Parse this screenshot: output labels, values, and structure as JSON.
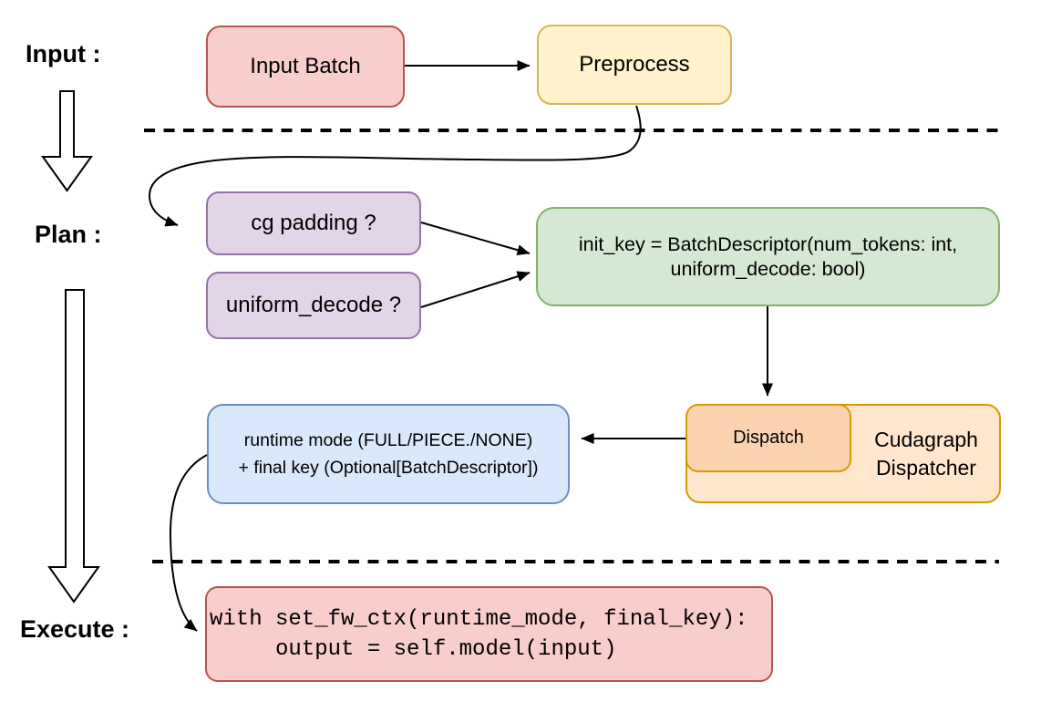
{
  "stage_labels": {
    "input": "Input :",
    "plan": "Plan :",
    "execute": "Execute :"
  },
  "nodes": {
    "input_batch": {
      "label": "Input Batch"
    },
    "preprocess": {
      "label": "Preprocess"
    },
    "cg_padding": {
      "label": "cg padding ?"
    },
    "uniform_decode": {
      "label": "uniform_decode ?"
    },
    "init_key": {
      "line1": "init_key = BatchDescriptor(num_tokens: int,",
      "line2": "uniform_decode: bool)"
    },
    "cudagraph_dispatcher": {
      "line1": "Cudagraph",
      "line2": "Dispatcher"
    },
    "dispatch": {
      "label": "Dispatch"
    },
    "runtime_result": {
      "line1": "runtime mode (FULL/PIECE./NONE)",
      "line2": "+ final key (Optional[BatchDescriptor])"
    },
    "execute_code": {
      "line1": "with set_fw_ctx(runtime_mode, final_key):",
      "line2": "     output = self.model(input)"
    }
  },
  "colors": {
    "red_fill": "#f8cecc",
    "red_border": "#b85450",
    "yellow_fill": "#fff2cc",
    "yellow_border": "#d6b656",
    "purple_fill": "#e1d5e7",
    "purple_border": "#9673a6",
    "green_fill": "#d5e8d4",
    "green_border": "#82b366",
    "blue_fill": "#dae8fc",
    "blue_border": "#6c8ebf",
    "orange_fill": "#ffe6cc",
    "orange_border": "#d79b00",
    "orange_inner_fill": "#fad2b0",
    "connector": "#000000"
  }
}
